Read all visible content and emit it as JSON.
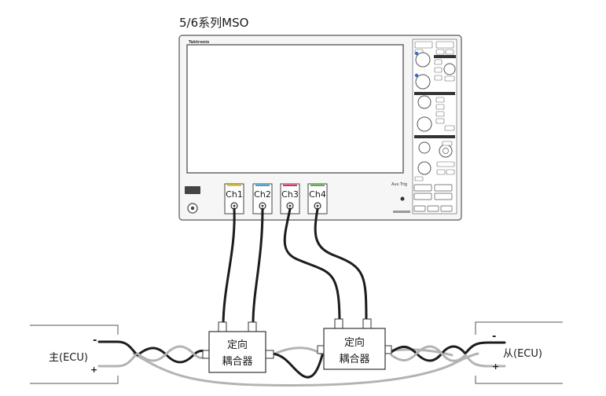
{
  "title": "5/6系列MSO",
  "scope": {
    "brand": "Tektronix",
    "channels": [
      {
        "label": "Ch1",
        "color": "#e8c21a"
      },
      {
        "label": "Ch2",
        "color": "#3aa7d8"
      },
      {
        "label": "Ch3",
        "color": "#d8335a"
      },
      {
        "label": "Ch4",
        "color": "#59b548"
      }
    ],
    "aux_trig": "Aux Trig"
  },
  "couplers": [
    {
      "line1": "定向",
      "line2": "耦合器"
    },
    {
      "line1": "定向",
      "line2": "耦合器"
    }
  ],
  "master": {
    "label": "主(ECU)",
    "minus": "-",
    "plus": "+"
  },
  "slave": {
    "label": "从(ECU)",
    "minus": "-",
    "plus": "+"
  },
  "colors": {
    "cable": "#1c1c1c",
    "wire_gray": "#b3b3b3",
    "outline": "#555555"
  }
}
